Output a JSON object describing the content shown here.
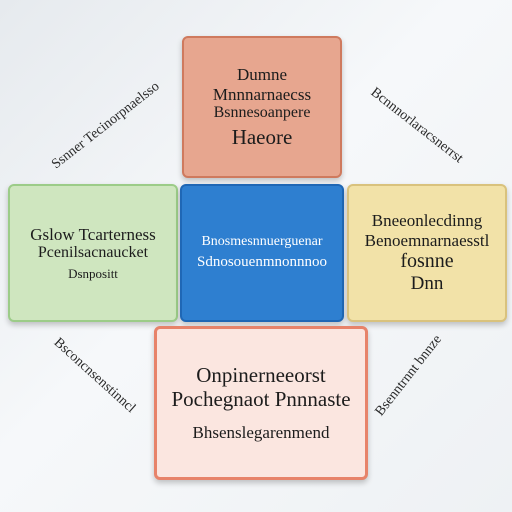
{
  "diagram": {
    "top_box": {
      "lines": [
        "Dumne",
        "Mnnnarnaecss",
        "Bsnnesoanpere",
        "Haeore"
      ],
      "fill": "#e7a68f",
      "border": "#cf7a5e"
    },
    "left_box": {
      "lines": [
        "Gslow Tcarterness",
        "Pcenilsacnaucket",
        "Dsnpositt"
      ],
      "fill": "#cfe6bf",
      "border": "#9ccc88"
    },
    "center_box": {
      "lines": [
        "Bnosmesnnuerguenar",
        "Sdnosouenmnonnnoo"
      ],
      "fill": "#2e7fd0",
      "border": "#1f67b5"
    },
    "right_box": {
      "lines": [
        "Bneeonlecdinng",
        "Benoemnarnaesstl",
        "fosnne",
        "Dnn"
      ],
      "fill": "#f2e2a8",
      "border": "#d9c27d"
    },
    "bottom_box": {
      "lines": [
        "Onpinerneeorst",
        "Pochegnaot  Pnnnaste",
        "Bhsenslegarenmend"
      ],
      "fill": "#fbe6e0",
      "border": "#e7836a"
    },
    "diagonal_labels": {
      "top_left": "Ssnner Tecinorpnaelsso",
      "top_right": "Bcnnnorlaracsnerrst",
      "bottom_left": "Bsconcnsenstinncl",
      "bottom_right": "Bsenntrnnt bnnze"
    }
  }
}
